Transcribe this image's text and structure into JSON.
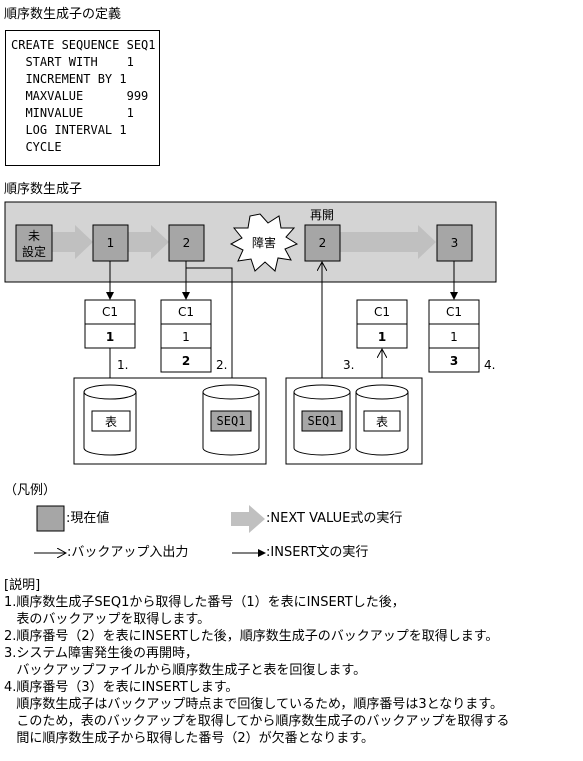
{
  "definition": {
    "title": "順序数生成子の定義",
    "code_lines": [
      "CREATE SEQUENCE SEQ1",
      "  START WITH    1",
      "  INCREMENT BY 1",
      "  MAXVALUE      999",
      "  MINVALUE      1",
      "  LOG INTERVAL 1",
      "  CYCLE"
    ]
  },
  "diagram": {
    "title": "順序数生成子",
    "unset_label": "未\n設定",
    "states": [
      "1",
      "2",
      "2",
      "3"
    ],
    "failure_label": "障害",
    "restart_label": "再開",
    "tables": [
      {
        "header": "C1",
        "rows": [
          "1"
        ]
      },
      {
        "header": "C1",
        "rows": [
          "1",
          "2"
        ]
      },
      {
        "header": "C1",
        "rows": [
          "1"
        ]
      },
      {
        "header": "C1",
        "rows": [
          "1",
          "3"
        ]
      }
    ],
    "step_labels": [
      "1.",
      "2.",
      "3.",
      "4."
    ],
    "db_before": {
      "table_label": "表",
      "seq_label": "SEQ1"
    },
    "db_after": {
      "seq_label": "SEQ1",
      "table_label": "表"
    }
  },
  "legend": {
    "title": "（凡例）",
    "current_value": ":現在値",
    "next_value": ":NEXT VALUE式の実行",
    "backup_io": ":バックアップ入出力",
    "insert_exec": ":INSERT文の実行"
  },
  "explanation": {
    "title": "[説明]",
    "lines": [
      "1.順序数生成子SEQ1から取得した番号（1）を表にINSERTした後，",
      "   表のバックアップを取得します。",
      "2.順序番号（2）を表にINSERTした後，順序数生成子のバックアップを取得します。",
      "3.システム障害発生後の再開時，",
      "   バックアップファイルから順序数生成子と表を回復します。",
      "4.順序番号（3）を表にINSERTします。",
      "   順序数生成子はバックアップ時点まで回復しているため，順序番号は3となります。",
      "   このため，表のバックアップを取得してから順序数生成子のバックアップを取得する",
      "   間に順序数生成子から取得した番号（2）が欠番となります。"
    ]
  },
  "colors": {
    "panel_bg": "#d4d4d4",
    "current_value_fill": "#a6a6a6",
    "arrow_fill": "#c0c0c0",
    "ink": "#000000"
  }
}
